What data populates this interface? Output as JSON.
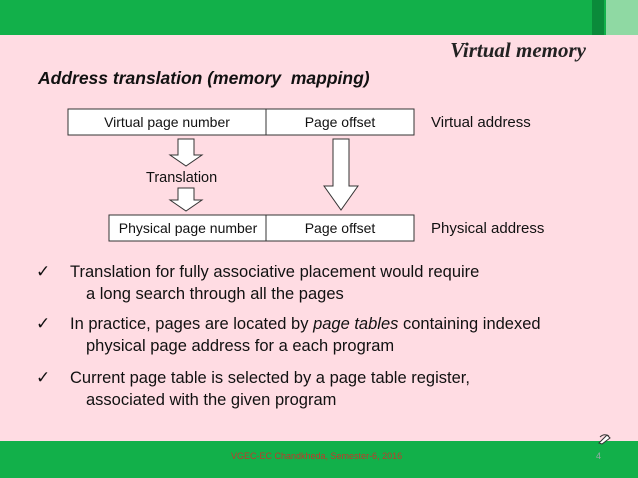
{
  "colors": {
    "bar": "#12b04a",
    "stripe_dark": "#0b8a3a",
    "stripe_light": "#8fd9a3",
    "background": "#ffdce3"
  },
  "heading": "Virtual memory",
  "title": "Address translation (memory  mapping)",
  "diagram": {
    "virtual_row": {
      "page_field": "Virtual page number",
      "offset_field": "Page offset",
      "label": "Virtual address"
    },
    "translation_label": "Translation",
    "physical_row": {
      "page_field": "Physical page number",
      "offset_field": "Page offset",
      "label": "Physical address"
    }
  },
  "bullets": [
    {
      "mark": "✓",
      "line1": "Translation for fully associative placement would require",
      "line2": "a long search through all the pages"
    },
    {
      "mark": "✓",
      "line1_pre": "In practice, pages are located by ",
      "line1_em": "page tables",
      "line1_post": " containing indexed",
      "line2": "physical page address for a each program"
    },
    {
      "mark": "✓",
      "line1": "Current page table is selected by a page table register,",
      "line2": "associated with the given program"
    }
  ],
  "footer": {
    "text": "VGEC-EC Chandkheda, Semester-6, 2016",
    "page": "4"
  }
}
